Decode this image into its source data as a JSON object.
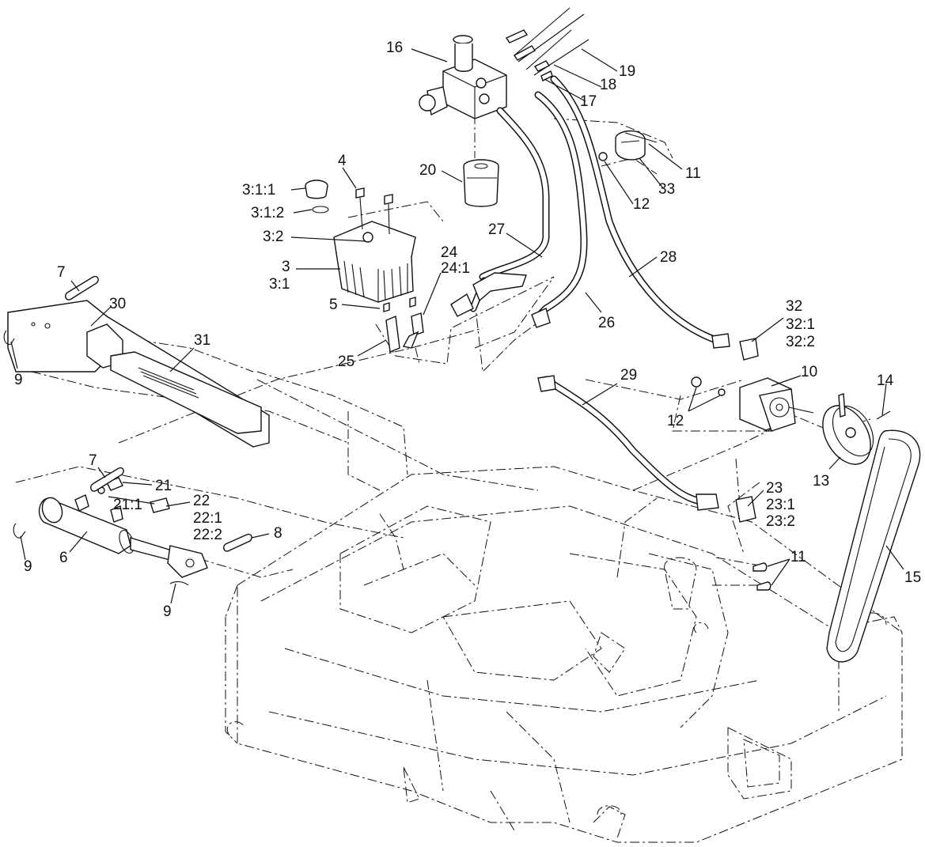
{
  "labels": {
    "l16": "16",
    "l19": "19",
    "l18": "18",
    "l17": "17",
    "l11a": "11",
    "l33": "33",
    "l12a": "12",
    "l20": "20",
    "l4": "4",
    "l3_1_1": "3:1:1",
    "l3_1_2": "3:1:2",
    "l3_2": "3:2",
    "l3": "3",
    "l3_1": "3:1",
    "l27": "27",
    "l28": "28",
    "l24": "24",
    "l24_1": "24:1",
    "l5": "5",
    "l25": "25",
    "l26": "26",
    "l32": "32",
    "l32_1": "32:1",
    "l32_2": "32:2",
    "l7a": "7",
    "l30": "30",
    "l31": "31",
    "l9a": "9",
    "l29": "29",
    "l10": "10",
    "l14": "14",
    "l12b": "12",
    "l13": "13",
    "l7b": "7",
    "l21": "21",
    "l21_1": "21:1",
    "l22": "22",
    "l22_1": "22:1",
    "l22_2": "22:2",
    "l8": "8",
    "l23": "23",
    "l23_1": "23:1",
    "l23_2": "23:2",
    "l9b": "9",
    "l6": "6",
    "l9c": "9",
    "l11b": "11",
    "l15": "15"
  }
}
